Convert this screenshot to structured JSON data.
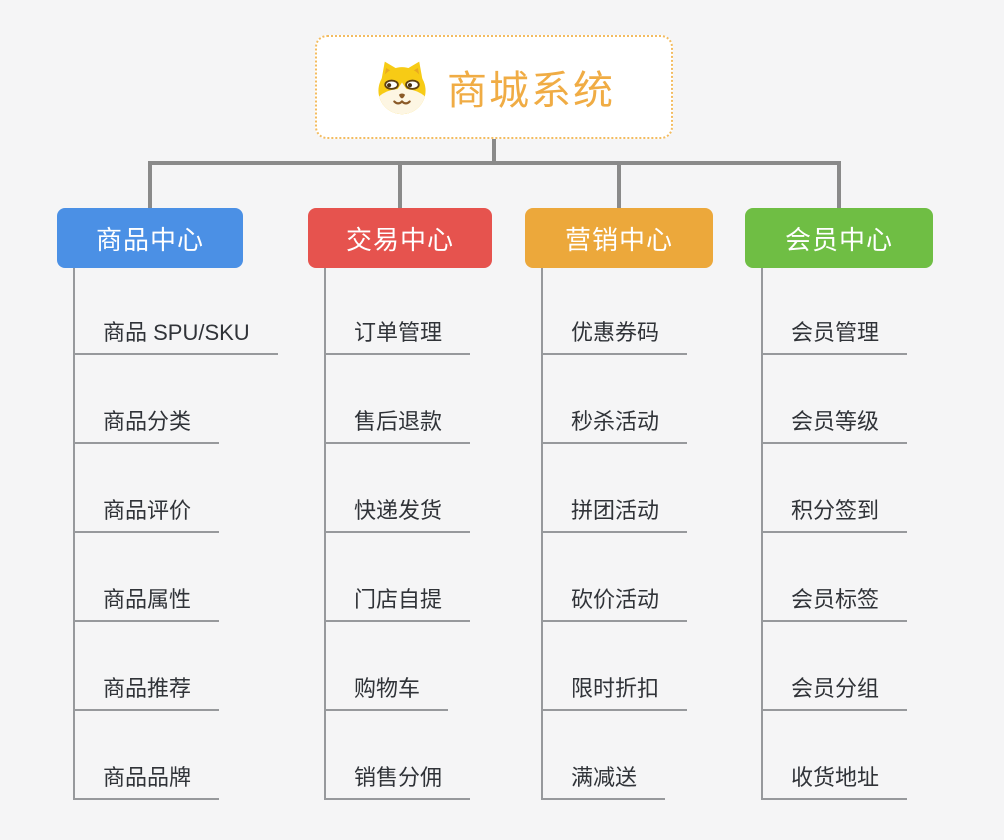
{
  "root": {
    "title": "商城系统",
    "icon": "shiba-dog-icon",
    "title_color": "#F0AC44",
    "border_color": "#F3BC60"
  },
  "branches": [
    {
      "label": "商品中心",
      "color": "#4B90E5",
      "children": [
        "商品 SPU/SKU",
        "商品分类",
        "商品评价",
        "商品属性",
        "商品推荐",
        "商品品牌"
      ]
    },
    {
      "label": "交易中心",
      "color": "#E6534E",
      "children": [
        "订单管理",
        "售后退款",
        "快递发货",
        "门店自提",
        "购物车",
        "销售分佣"
      ]
    },
    {
      "label": "营销中心",
      "color": "#ECA83B",
      "children": [
        "优惠券码",
        "秒杀活动",
        "拼团活动",
        "砍价活动",
        "限时折扣",
        "满减送"
      ]
    },
    {
      "label": "会员中心",
      "color": "#6FBE44",
      "children": [
        "会员管理",
        "会员等级",
        "积分签到",
        "会员标签",
        "会员分组",
        "收货地址"
      ]
    }
  ],
  "colors": {
    "background": "#F5F5F6",
    "connector": "#8A8A8A",
    "leaf_line": "#97999C",
    "leaf_text": "#303338"
  }
}
